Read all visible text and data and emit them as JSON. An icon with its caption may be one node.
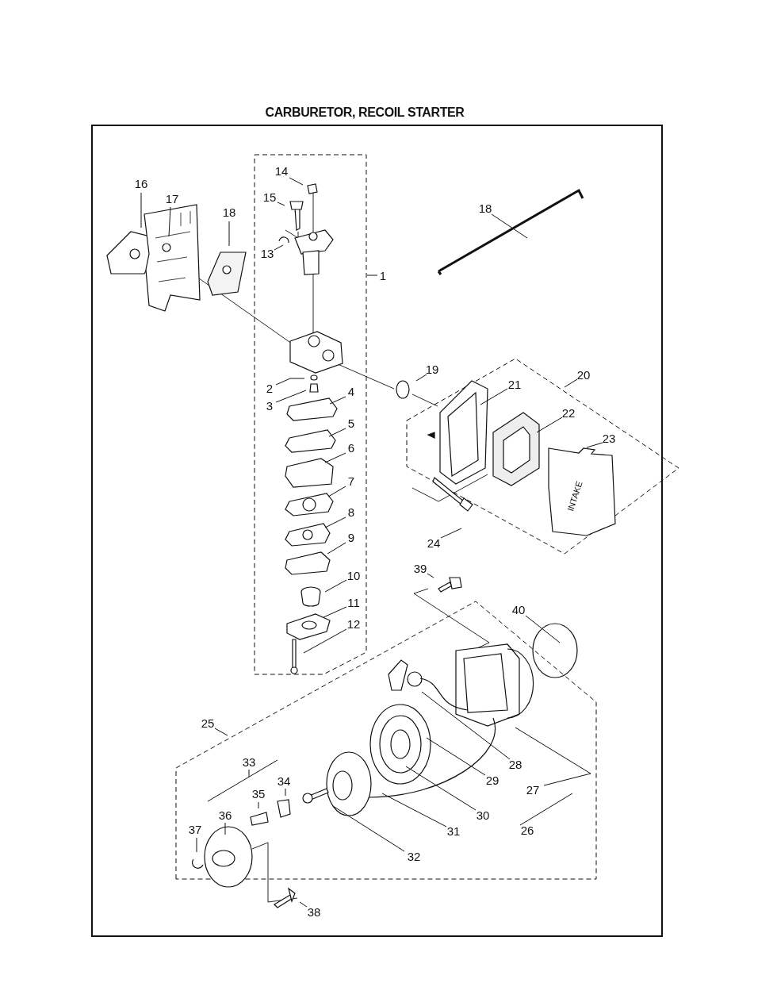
{
  "diagram": {
    "title": "CARBURETOR, RECOIL STARTER",
    "nodes": [
      {
        "text": [
          "16"
        ]
      },
      {
        "text": [
          "17"
        ]
      },
      {
        "text": [
          "18"
        ]
      },
      {
        "text": [
          "14"
        ]
      },
      {
        "text": [
          "15"
        ]
      },
      {
        "text": [
          "13"
        ]
      },
      {
        "text": [
          "1"
        ]
      },
      {
        "text": [
          "18"
        ]
      },
      {
        "text": [
          "2"
        ]
      },
      {
        "text": [
          "3"
        ]
      },
      {
        "text": [
          "19"
        ]
      },
      {
        "text": [
          "20"
        ]
      },
      {
        "text": [
          "21"
        ]
      },
      {
        "text": [
          "4"
        ]
      },
      {
        "text": [
          "22"
        ]
      },
      {
        "text": [
          "23"
        ]
      },
      {
        "text": [
          "5"
        ]
      },
      {
        "text": [
          "6"
        ]
      },
      {
        "text": [
          "7"
        ]
      },
      {
        "text": [
          "8"
        ]
      },
      {
        "text": [
          "24"
        ]
      },
      {
        "text": [
          "9"
        ]
      },
      {
        "text": [
          "39"
        ]
      },
      {
        "text": [
          "10"
        ]
      },
      {
        "text": [
          "40"
        ]
      },
      {
        "text": [
          "11"
        ]
      },
      {
        "text": [
          "12"
        ]
      },
      {
        "text": [
          "25"
        ]
      },
      {
        "text": [
          "28"
        ]
      },
      {
        "text": [
          "33"
        ]
      },
      {
        "text": [
          "34"
        ]
      },
      {
        "text": [
          "35"
        ]
      },
      {
        "text": [
          "29"
        ]
      },
      {
        "text": [
          "27"
        ]
      },
      {
        "text": [
          "36"
        ]
      },
      {
        "text": [
          "30"
        ]
      },
      {
        "text": [
          "37"
        ]
      },
      {
        "text": [
          "26"
        ]
      },
      {
        "text": [
          "31"
        ]
      },
      {
        "text": [
          "32"
        ]
      },
      {
        "text": [
          "38"
        ]
      },
      {
        "text": [
          "INTAKE"
        ]
      }
    ],
    "edges": [
      {
        "from": 0,
        "to": null,
        "arrow": "none"
      },
      {
        "from": 1,
        "to": null,
        "arrow": "none"
      },
      {
        "from": 2,
        "to": null,
        "arrow": "none"
      },
      {
        "from": 3,
        "to": null,
        "arrow": "none"
      },
      {
        "from": 4,
        "to": null,
        "arrow": "none"
      },
      {
        "from": 5,
        "to": null,
        "arrow": "none"
      },
      {
        "from": 6,
        "to": null,
        "arrow": "none"
      },
      {
        "from": 7,
        "to": null,
        "arrow": "none"
      },
      {
        "from": 8,
        "to": null,
        "arrow": "none"
      },
      {
        "from": 9,
        "to": null,
        "arrow": "none"
      },
      {
        "from": 10,
        "to": null,
        "arrow": "none"
      },
      {
        "from": 11,
        "to": null,
        "arrow": "none"
      },
      {
        "from": 12,
        "to": null,
        "arrow": "none"
      },
      {
        "from": 13,
        "to": null,
        "arrow": "none"
      },
      {
        "from": 14,
        "to": null,
        "arrow": "none"
      },
      {
        "from": 15,
        "to": 41,
        "arrow": "none"
      },
      {
        "from": 16,
        "to": null,
        "arrow": "none"
      },
      {
        "from": 17,
        "to": null,
        "arrow": "none"
      },
      {
        "from": 18,
        "to": null,
        "arrow": "none"
      },
      {
        "from": 19,
        "to": null,
        "arrow": "none"
      },
      {
        "from": 20,
        "to": null,
        "arrow": "none"
      },
      {
        "from": 21,
        "to": null,
        "arrow": "none"
      },
      {
        "from": 22,
        "to": null,
        "arrow": "none"
      },
      {
        "from": 23,
        "to": null,
        "arrow": "none"
      },
      {
        "from": 24,
        "to": null,
        "arrow": "none"
      },
      {
        "from": 25,
        "to": null,
        "arrow": "none"
      },
      {
        "from": 26,
        "to": null,
        "arrow": "none"
      },
      {
        "from": 27,
        "to": null,
        "arrow": "none"
      },
      {
        "from": 28,
        "to": null,
        "arrow": "none"
      },
      {
        "from": 29,
        "to": null,
        "arrow": "none"
      },
      {
        "from": 30,
        "to": null,
        "arrow": "none"
      },
      {
        "from": 31,
        "to": null,
        "arrow": "none"
      },
      {
        "from": 32,
        "to": null,
        "arrow": "none"
      },
      {
        "from": 33,
        "to": null,
        "arrow": "none"
      },
      {
        "from": 34,
        "to": null,
        "arrow": "none"
      },
      {
        "from": 35,
        "to": null,
        "arrow": "none"
      },
      {
        "from": 36,
        "to": null,
        "arrow": "none"
      },
      {
        "from": 37,
        "to": null,
        "arrow": "none"
      },
      {
        "from": 38,
        "to": null,
        "arrow": "none"
      },
      {
        "from": 39,
        "to": null,
        "arrow": "none"
      },
      {
        "from": 40,
        "to": null,
        "arrow": "none"
      }
    ]
  }
}
